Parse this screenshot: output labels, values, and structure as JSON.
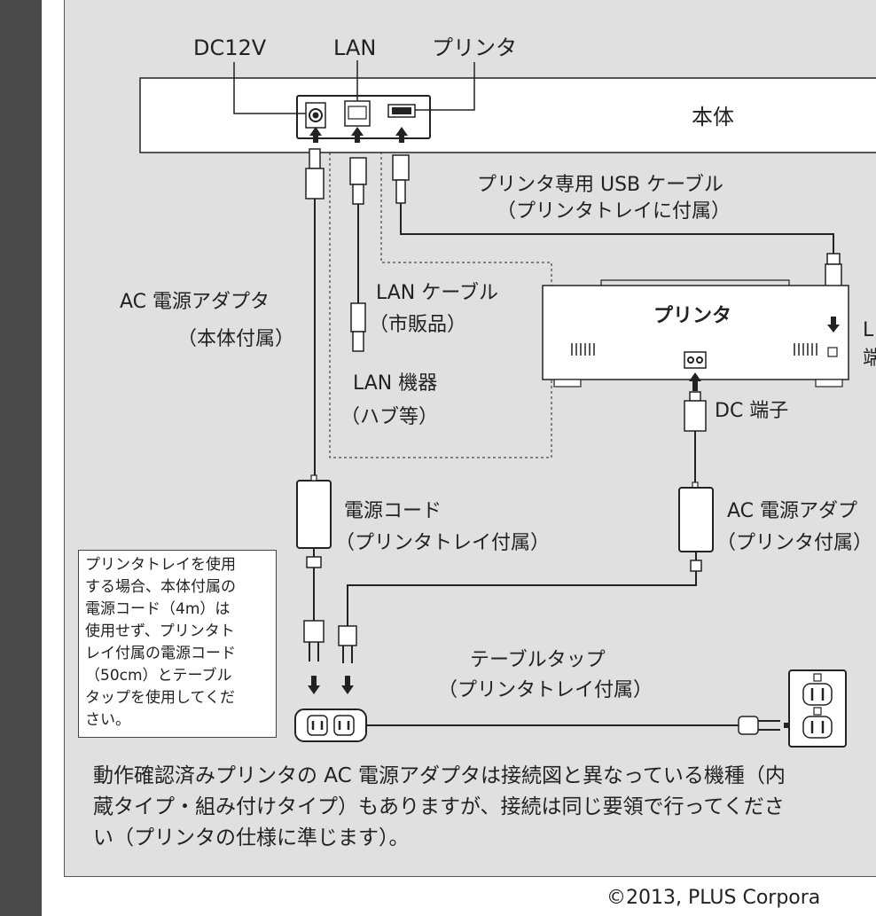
{
  "top_labels": {
    "dc12v": "DC12V",
    "lan": "LAN",
    "printer": "プリンタ"
  },
  "unit_label": "本体",
  "usb_cable_label": {
    "line1": "プリンタ専用 USB ケーブル",
    "line2": "（プリンタトレイに付属）"
  },
  "ac_adapter_main": {
    "line1": "AC 電源アダプタ",
    "line2": "（本体付属）"
  },
  "lan_cable": {
    "line1": "LAN ケーブル",
    "line2": "（市販品）"
  },
  "lan_device": {
    "line1": "LAN 機器",
    "line2": "（ハブ等）"
  },
  "printer_label": "プリンタ",
  "printer_port_cut": {
    "line1": "L",
    "line2": "端"
  },
  "dc_terminal": "DC 端子",
  "power_cord": {
    "line1": "電源コード",
    "line2": "（プリンタトレイ付属）"
  },
  "ac_adapter_printer": {
    "line1": "AC 電源アダプ",
    "line2": "（プリンタ付属）"
  },
  "note_box": [
    "プリンタトレイを使用",
    "する場合、本体付属の",
    "電源コード（4m）は",
    "使用せず、プリンタト",
    "レイ付属の電源コード",
    "（50cm）とテーブル",
    "タップを使用してくだ",
    "さい。"
  ],
  "table_tap": {
    "line1": "テーブルタップ",
    "line2": "（プリンタトレイ付属）"
  },
  "bottom_note": [
    "動作確認済みプリンタの AC 電源アダプタは接続図と異なっている機種（内",
    "蔵タイプ・組み付けタイプ）もありますが、接続は同じ要領で行ってくださ",
    "い（プリンタの仕様に準じます）。"
  ],
  "copyright": "©2013, PLUS Corpora",
  "colors": {
    "sidebar": "#4a4a4a",
    "panel": "#e0e0e0",
    "line": "#222222"
  }
}
